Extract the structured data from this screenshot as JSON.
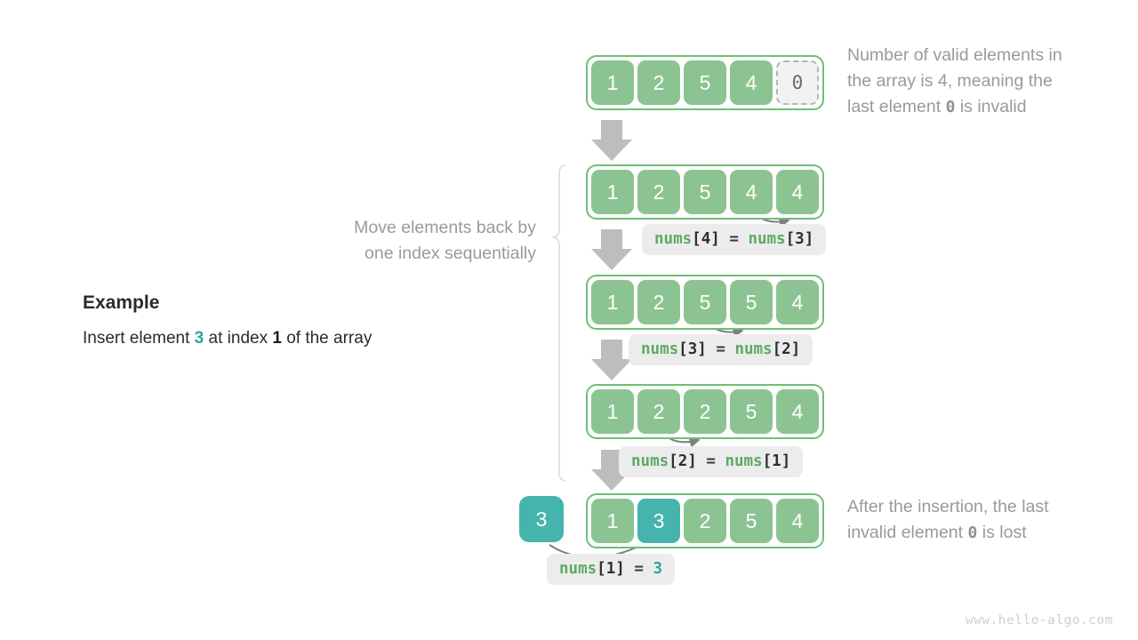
{
  "example": {
    "title": "Example",
    "description_prefix": "Insert element ",
    "description_value": "3",
    "description_mid": " at index ",
    "description_index": "1",
    "description_suffix": " of the array"
  },
  "notes": {
    "top": {
      "line1": "Number of valid elements in",
      "line2": "the array is 4, meaning the",
      "line3_prefix": "last element ",
      "line3_value": "0",
      "line3_suffix": " is invalid"
    },
    "middle": {
      "line1": "Move elements back by",
      "line2": "one index sequentially"
    },
    "bottom": {
      "line1": "After the insertion, the last",
      "line2_prefix": "invalid element ",
      "line2_value": "0",
      "line2_suffix": " is lost"
    }
  },
  "rows": [
    {
      "name": "row-initial",
      "cells": [
        {
          "value": "1",
          "style": "green"
        },
        {
          "value": "2",
          "style": "green"
        },
        {
          "value": "5",
          "style": "green"
        },
        {
          "value": "4",
          "style": "green"
        },
        {
          "value": "0",
          "style": "invalid"
        }
      ]
    },
    {
      "name": "row-shift-4",
      "cells": [
        {
          "value": "1",
          "style": "green"
        },
        {
          "value": "2",
          "style": "green"
        },
        {
          "value": "5",
          "style": "green"
        },
        {
          "value": "4",
          "style": "green"
        },
        {
          "value": "4",
          "style": "green"
        }
      ]
    },
    {
      "name": "row-shift-3",
      "cells": [
        {
          "value": "1",
          "style": "green"
        },
        {
          "value": "2",
          "style": "green"
        },
        {
          "value": "5",
          "style": "green"
        },
        {
          "value": "5",
          "style": "green"
        },
        {
          "value": "4",
          "style": "green"
        }
      ]
    },
    {
      "name": "row-shift-2",
      "cells": [
        {
          "value": "1",
          "style": "green"
        },
        {
          "value": "2",
          "style": "green"
        },
        {
          "value": "2",
          "style": "green"
        },
        {
          "value": "5",
          "style": "green"
        },
        {
          "value": "4",
          "style": "green"
        }
      ]
    },
    {
      "name": "row-final",
      "cells": [
        {
          "value": "1",
          "style": "green"
        },
        {
          "value": "3",
          "style": "teal"
        },
        {
          "value": "2",
          "style": "green"
        },
        {
          "value": "5",
          "style": "green"
        },
        {
          "value": "4",
          "style": "green"
        }
      ]
    }
  ],
  "insert_box": {
    "value": "3"
  },
  "code_labels": [
    {
      "name": "code-nums4-eq-nums3",
      "lhs_id": "nums",
      "lhs_idx": "4",
      "op": "=",
      "rhs_id": "nums",
      "rhs_idx": "3"
    },
    {
      "name": "code-nums3-eq-nums2",
      "lhs_id": "nums",
      "lhs_idx": "3",
      "op": "=",
      "rhs_id": "nums",
      "rhs_idx": "2"
    },
    {
      "name": "code-nums2-eq-nums1",
      "lhs_id": "nums",
      "lhs_idx": "2",
      "op": "=",
      "rhs_id": "nums",
      "rhs_idx": "1"
    },
    {
      "name": "code-nums1-eq-3",
      "lhs_id": "nums",
      "lhs_idx": "1",
      "op": "=",
      "rhs_value": "3"
    }
  ],
  "watermark": "www.hello-algo.com",
  "colors": {
    "green_cell": "#8cc392",
    "green_border": "#6fbf73",
    "teal": "#45b4ac",
    "gray_arrow": "#b8b8b8",
    "note_text": "#9a9a9a",
    "chip_bg": "#ececec",
    "code_green": "#5eaa63"
  }
}
